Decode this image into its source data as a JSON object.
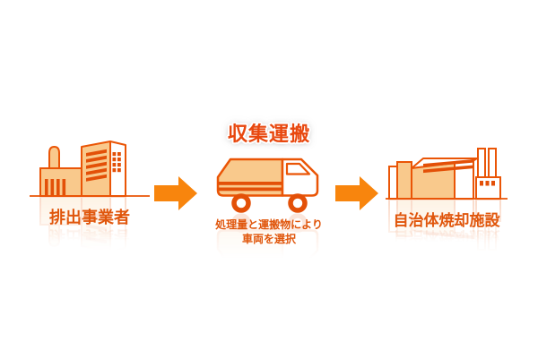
{
  "flow": {
    "source": {
      "label": "排出事業者",
      "icon": "factory-icon"
    },
    "transport": {
      "label": "収集運搬",
      "caption_line1": "処理量と運搬物により",
      "caption_line2": "車両を選択",
      "icon": "garbage-truck-icon"
    },
    "destination": {
      "label": "自治体焼却施設",
      "icon": "incineration-plant-icon"
    },
    "arrow_icon": "right-arrow-icon"
  },
  "colors": {
    "outline": "#EA5506",
    "fill_light": "#F9C98C",
    "detail_dark": "#E35008",
    "arrow": "#F8850D",
    "title_text": "#E8470E",
    "label_text": "#E0560C",
    "background": "#FFFFFF"
  }
}
